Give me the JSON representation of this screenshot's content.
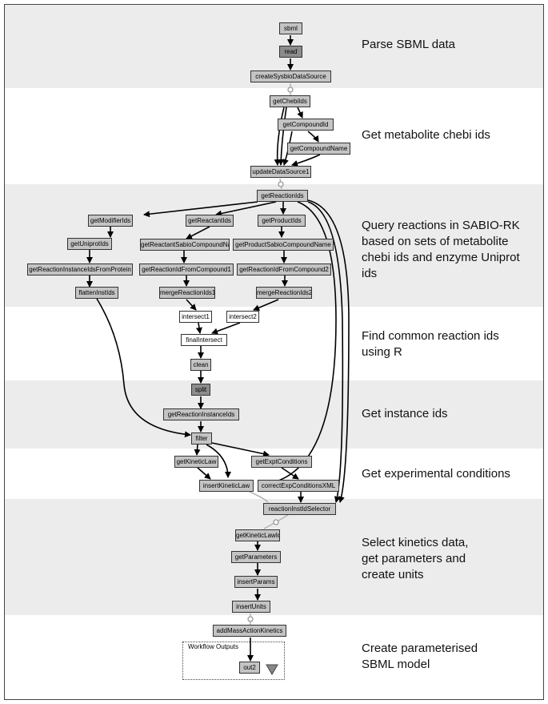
{
  "sections": [
    {
      "label": "Parse SBML data",
      "shaded": true
    },
    {
      "label": "Get metabolite chebi ids",
      "shaded": false
    },
    {
      "label": "Query reactions in SABIO-RK\nbased on sets of metabolite\nchebi ids and enzyme Uniprot\nids",
      "shaded": true
    },
    {
      "label": "Find common reaction ids\nusing R",
      "shaded": false
    },
    {
      "label": "Get instance ids",
      "shaded": true
    },
    {
      "label": "Get experimental conditions",
      "shaded": false
    },
    {
      "label": "Select kinetics data,\nget parameters and\ncreate units",
      "shaded": true
    },
    {
      "label": "Create parameterised\nSBML model",
      "shaded": false
    }
  ],
  "nodes": {
    "sbml": "sbml",
    "read": "read",
    "createSysbioDataSource": "createSysbioDataSource",
    "getChebiIds": "getChebiIds",
    "getCompoundId": "getCompoundId",
    "getCompoundName": "getCompoundName",
    "updateDataSource1": "updateDataSource1",
    "getReactionIds": "getReactionIds",
    "getModifierIds": "getModifierIds",
    "getReactantIds": "getReactantIds",
    "getProductIds": "getProductIds",
    "getUniprotIds": "getUniprotIds",
    "getReactantSabioCompoundName": "getReactantSabioCompoundName",
    "getProductSabioCompoundName": "getProductSabioCompoundName",
    "getReactionInstanceIdsFromProtein": "getReactionInstanceIdsFromProtein",
    "getReactionIdFromCompound1": "getReactionIdFromCompound1",
    "getReactionIdFromCompound2": "getReactionIdFromCompound2",
    "flattenInstIds": "flattenInstIds",
    "mergeReactionIds1": "mergeReactionIds1",
    "mergeReactionIds2": "mergeReactionIds2",
    "intersect1": "intersect1",
    "intersect2": "intersect2",
    "finalIntersect": "finalIntersect",
    "clean": "clean",
    "split": "split",
    "getReactionInstanceIds": "getReactionInstanceIds",
    "filter": "filter",
    "getKineticLaw": "getKineticLaw",
    "getExptConditions": "getExptConditions",
    "insertKineticLaw": "insertKineticLaw",
    "correctExpConditionsXML": "correctExpConditionsXML",
    "reactionInstIdSelector": "reactionInstIdSelector",
    "getKineticLawIds": "getKineticLawIds",
    "getParameters": "getParameters",
    "insertParams": "insertParams",
    "insertUnits": "insertUnits",
    "addMassActionKinetics": "addMassActionKinetics",
    "out2": "out2"
  },
  "workflow_outputs_label": "Workflow Outputs"
}
